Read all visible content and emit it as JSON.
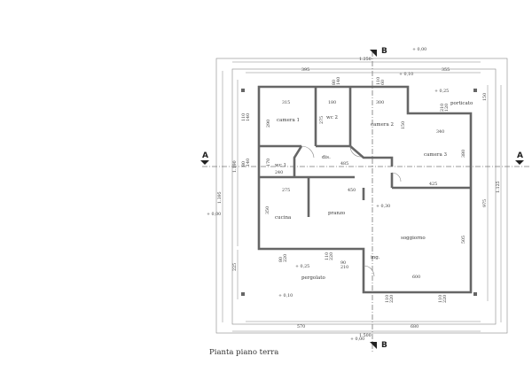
{
  "section": {
    "label_a": "A",
    "label_b": "B"
  },
  "caption": "Pianta piano terra",
  "rooms": {
    "camera1": "camera 1",
    "wc2": "wc 2",
    "camera2": "camera 2",
    "porticato": "porticato",
    "dis": "dis.",
    "wc1": "wc 1",
    "camera3": "camera 3",
    "cucina": "cucina",
    "pranzo": "pranzo",
    "soggiorno": "soggiorno",
    "ing": "ing.",
    "pergolato": "pergolato"
  },
  "levels": {
    "top": "+ 0,00",
    "portico_step": "+ 0,10",
    "portico": "+ 0,25",
    "interior": "+ 0,30",
    "left": "+ 0,00",
    "pergola": "+ 0,25",
    "garden": "+ 0,10",
    "bottom": "+ 0,00"
  },
  "dims": {
    "total_top": "1.250",
    "top_left": "395",
    "top_right": "355",
    "d315": "315",
    "d180": "180",
    "d300": "300",
    "d340": "340",
    "d275": "275",
    "d450": "450",
    "d425": "425",
    "d240": "240",
    "d485": "485",
    "d600": "600",
    "bottom_left": "570",
    "bottom_right": "680",
    "total_bottom": "1.500",
    "left_total": "1.395",
    "left_inner": "1.190",
    "left_lower": "225",
    "right_total": "1.125",
    "right_inner": "975",
    "right_top": "150",
    "right_d380": "380",
    "right_d505": "505",
    "v290": "290",
    "v275": "275",
    "v150": "150",
    "v350": "350",
    "v170": "170",
    "w_110_140": "110\n140",
    "w_80_140a": "80\n140",
    "w_110_60": "110\n60",
    "w_210_120": "210\n120",
    "w_80_140b": "80\n140",
    "w_80_220": "80\n220",
    "w_110_220a": "110\n220",
    "w_90_210": "90\n210",
    "w_110_220b": "110\n220",
    "w_110_220c": "110\n220"
  }
}
